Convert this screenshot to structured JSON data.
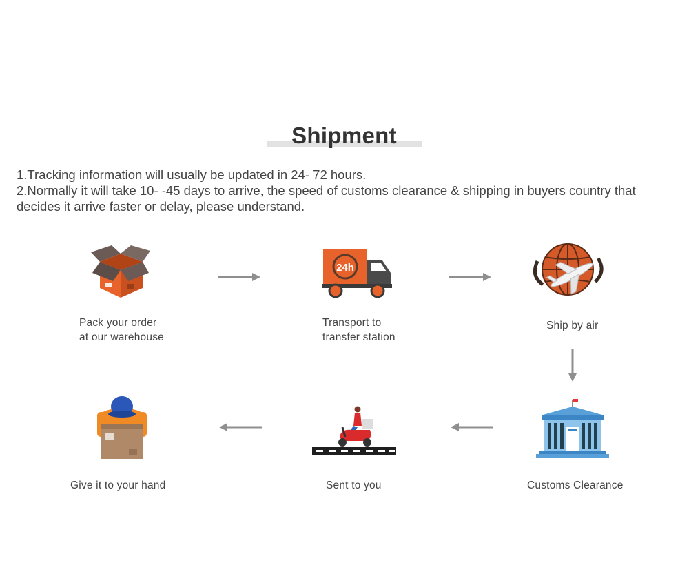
{
  "title": "Shipment",
  "notes": [
    "1.Tracking information will usually be updated in 24- 72 hours.",
    "2.Normally it will take 10- -45 days to arrive, the speed of customs clearance & shipping in buyers country that",
    "decides it arrive faster or delay, please understand."
  ],
  "steps": [
    {
      "icon": "box-icon",
      "line1": "Pack your order",
      "line2": "at our warehouse"
    },
    {
      "icon": "truck-24h-icon",
      "line1": "Transport to",
      "line2": "transfer station"
    },
    {
      "icon": "globe-plane-icon",
      "line1": "Ship by air"
    },
    {
      "icon": "customs-building-icon",
      "line1": "Customs Clearance"
    },
    {
      "icon": "scooter-courier-icon",
      "line1": "Sent to you"
    },
    {
      "icon": "delivery-person-icon",
      "line1": "Give it to your hand"
    }
  ],
  "colors": {
    "accent": "#e8632b",
    "arrow": "#8f8f8f",
    "building": "#3d86c6"
  }
}
